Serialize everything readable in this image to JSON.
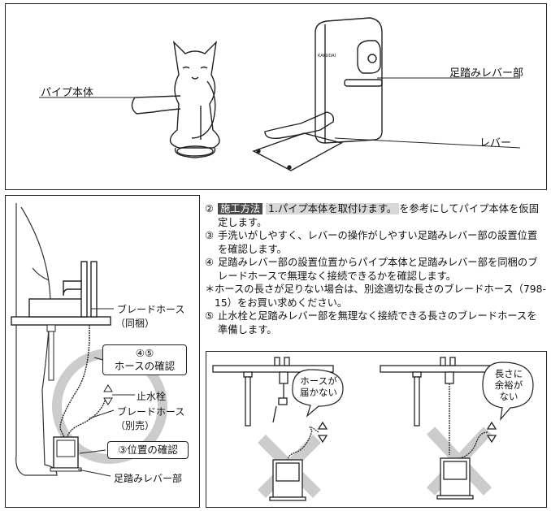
{
  "top_panel": {
    "label_pipe_body": "パイプ本体",
    "label_foot_lever_unit": "足踏みレバー部",
    "label_lever": "レバー",
    "device_brand": "KAKUDAI"
  },
  "left_panel": {
    "label_braided_hose_included": "ブレードホース",
    "label_braided_hose_included_sub": "（同梱）",
    "callout_hose_check_num": "④⑤",
    "callout_hose_check": "ホースの確認",
    "label_stop_valve": "止水栓",
    "label_braided_hose_sold_separately": "ブレードホース",
    "label_braided_hose_sold_separately_sub": "（別売）",
    "callout_position_check": "③位置の確認",
    "label_foot_lever_unit": "足踏みレバー部"
  },
  "steps": [
    {
      "num": "②",
      "parts": [
        "施工方法",
        "1.パイプ本体を取付けます。",
        "を参考にしてパイプ本体を仮固定します。"
      ]
    },
    {
      "num": "③",
      "text": "手洗いがしやすく、レバーの操作がしやすい足踏みレバー部の設置位置を確認します。"
    },
    {
      "num": "④",
      "text": "足踏みレバー部の設置位置からパイプ本体と足踏みレバー部を同梱のブレードホースで無理なく接続できるかを確認します。"
    },
    {
      "num": "＊",
      "text": "ホースの長さが足りない場合は、別途適切な長さのブレードホース（798-15）をお買い求めください。"
    },
    {
      "num": "⑤",
      "text": "止水栓と足踏みレバー部を無理なく接続できる長さのブレードホースを準備します。"
    }
  ],
  "examples": {
    "bubble_hose_not_reach_1": "ホースが",
    "bubble_hose_not_reach_2": "届かない",
    "bubble_no_slack_1": "長さに",
    "bubble_no_slack_2": "余裕が",
    "bubble_no_slack_3": "ない"
  }
}
